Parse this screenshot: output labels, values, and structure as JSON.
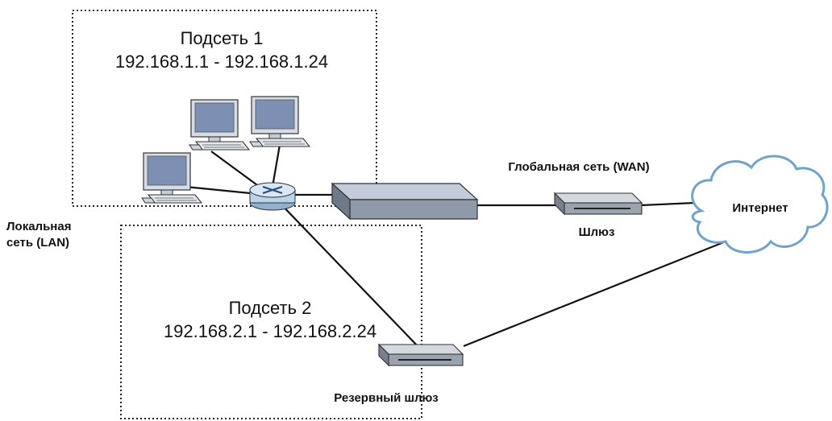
{
  "subnet1": {
    "name": "Подсеть 1",
    "range": "192.168.1.1 - 192.168.1.24"
  },
  "subnet2": {
    "name": "Подсеть 2",
    "range": "192.168.2.1 - 192.168.2.24"
  },
  "lan_label": {
    "line1": "Локальная",
    "line2": "сеть (LAN)"
  },
  "wan_label": "Глобальная сеть (WAN)",
  "gateway_label": "Шлюз",
  "backup_gateway_label": "Резервный шлюз",
  "internet_label": "Интернет",
  "colors": {
    "device_screen": "#7d8fb3",
    "device_body": "#d6dce4",
    "cloud_fill": "#ffffff",
    "cloud_outline": "#6fa3c7",
    "router_body": "#b9d3ea"
  }
}
